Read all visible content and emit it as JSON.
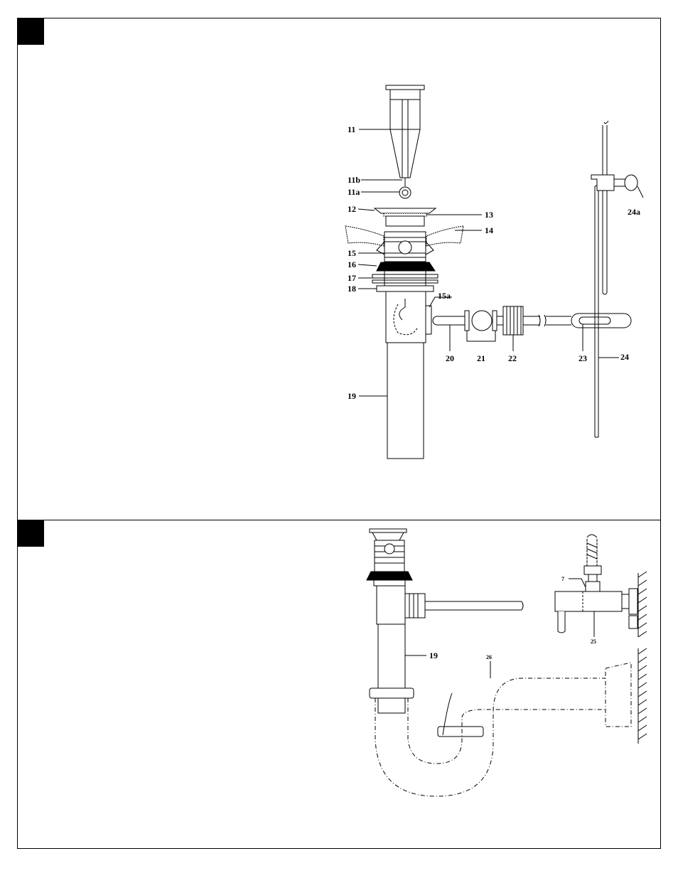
{
  "top_panel": {
    "labels": {
      "l11": "11",
      "l11b": "11b",
      "l11a": "11a",
      "l12": "12",
      "l13": "13",
      "l14": "14",
      "l15": "15",
      "l15a": "15a",
      "l16": "16",
      "l17": "17",
      "l18": "18",
      "l19": "19",
      "l20": "20",
      "l21": "21",
      "l22": "22",
      "l23": "23",
      "l24": "24",
      "l24a": "24a"
    }
  },
  "bottom_panel": {
    "labels": {
      "l7": "7",
      "l19": "19",
      "l25": "25",
      "l26": "26"
    }
  }
}
